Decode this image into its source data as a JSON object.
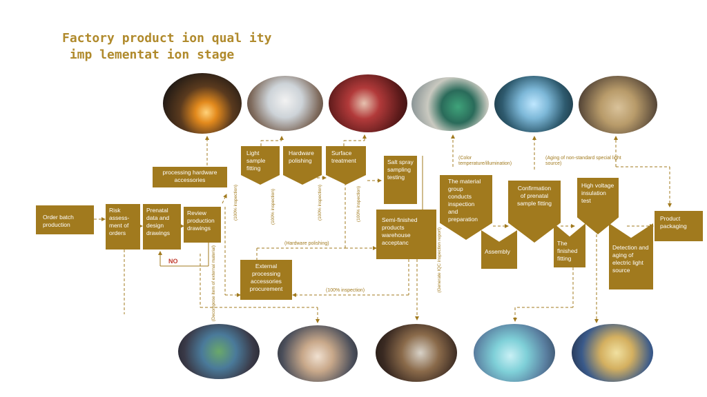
{
  "title_line1": "Factory product ion qual ity",
  "title_line2": " imp lementat ion stage",
  "steps": {
    "order": "Order batch production",
    "risk": "Risk assess-ment of orders",
    "prenatal": "Prenatal data and design drawings",
    "review": "Review production drawings",
    "processing": "processing hardware accessories",
    "light_fitting": "Light sample fitting",
    "hardware_polishing": "Hardware polishing",
    "surface": "Surface treatment",
    "salt": "Salt spray sampling testing",
    "semi": "Semi-finished products warehouse acceptanc",
    "external": "External processing accessories procurement",
    "material": "The material group conducts inspection and preparation",
    "assembly": "Assembly",
    "confirm": "Confirmation of prenatal sample fitting",
    "finished": "The finished fitting",
    "hv": "High voltage insulation test",
    "detection": "Detection and aging of electric light source",
    "packaging": "Product packaging"
  },
  "labels": {
    "no": "NO",
    "insp1": "(100% inspection)",
    "insp2": "(100% inspection)",
    "insp3": "(100% inspection)",
    "insp4": "(100% inspection)",
    "insp_bottom": "(100% inspection)",
    "hw_polish": "(Hardware polishing)",
    "decompose": "(Decompose item of external material)",
    "iqc": "(Generate IQC inspection report)",
    "color": "(Color temperature/illumination)",
    "aging": "(Aging of non-standard special light source)"
  },
  "colors": {
    "accent": "#a17a1e",
    "title": "#b08a2c",
    "no": "#c0392b"
  }
}
